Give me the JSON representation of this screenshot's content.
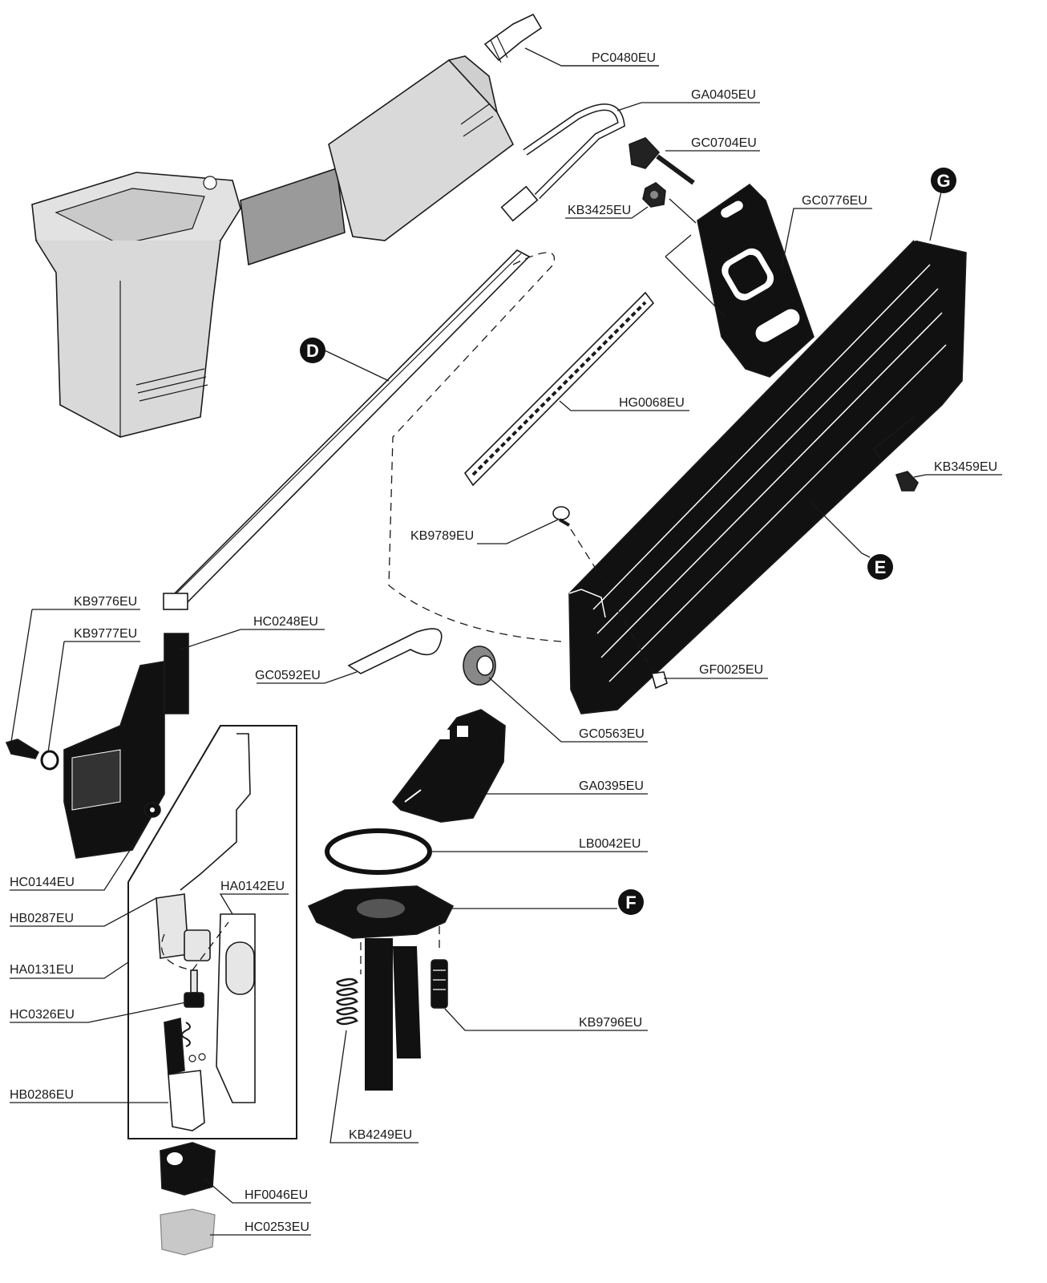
{
  "parts": {
    "pc0480eu": "PC0480EU",
    "ga0405eu": "GA0405EU",
    "gc0704eu": "GC0704EU",
    "gc0776eu": "GC0776EU",
    "kb3425eu": "KB3425EU",
    "hg0068eu": "HG0068EU",
    "kb3459eu": "KB3459EU",
    "kb9789eu": "KB9789EU",
    "kb9776eu": "KB9776EU",
    "kb9777eu": "KB9777EU",
    "hc0248eu": "HC0248EU",
    "gc0592eu": "GC0592EU",
    "gf0025eu": "GF0025EU",
    "gc0563eu": "GC0563EU",
    "ga0395eu": "GA0395EU",
    "lb0042eu": "LB0042EU",
    "hc0144eu": "HC0144EU",
    "hb0287eu": "HB0287EU",
    "ha0142eu": "HA0142EU",
    "ha0131eu": "HA0131EU",
    "hc0326eu": "HC0326EU",
    "kb9796eu": "KB9796EU",
    "hb0286eu": "HB0286EU",
    "kb4249eu": "KB4249EU",
    "hf0046eu": "HF0046EU",
    "hc0253eu": "HC0253EU"
  },
  "badges": {
    "g": "G",
    "d": "D",
    "e": "E",
    "f": "F"
  },
  "colors": {
    "body_gray": "#d9d9d9",
    "dark_gray": "#9a9a9a",
    "black": "#111111",
    "light_part": "#c8c8c8"
  }
}
